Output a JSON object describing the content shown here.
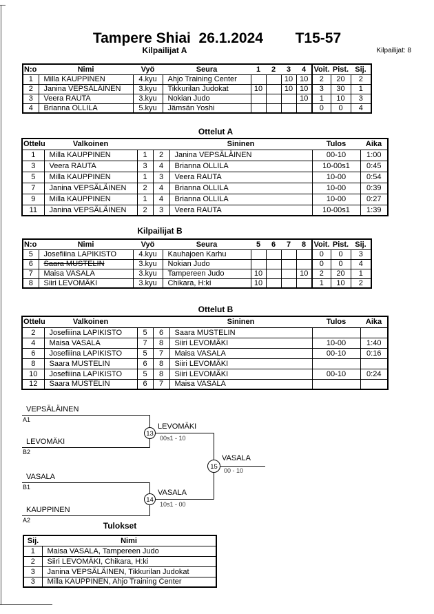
{
  "page": {
    "title": "Tampere Shiai  26.1.2024        T15-57",
    "competitors_count": "Kilpailijat: 8"
  },
  "kilpailijat_a": {
    "title": "Kilpailijat A",
    "table": {
      "headers": [
        "N:o",
        "Nimi",
        "Vyö",
        "Seura",
        "1",
        "2",
        "3",
        "4",
        "Voit.",
        "Pist.",
        "Sij."
      ],
      "rows": [
        [
          "1",
          "Milla KAUPPINEN",
          "4.kyu",
          "Ahjo Training Center",
          "",
          "",
          "10",
          "10",
          "2",
          "20",
          "2"
        ],
        [
          "2",
          "Janina VEPSÄLÄINEN",
          "3.kyu",
          "Tikkurilan Judokat",
          "10",
          "",
          "10",
          "10",
          "3",
          "30",
          "1"
        ],
        [
          "3",
          "Veera RAUTA",
          "3.kyu",
          "Nokian Judo",
          "",
          "",
          "",
          "10",
          "1",
          "10",
          "3"
        ],
        [
          "4",
          "Brianna OLLILA",
          "5.kyu",
          "Jämsän Yoshi",
          "",
          "",
          "",
          "",
          "0",
          "0",
          "4"
        ]
      ]
    }
  },
  "ottelut_a": {
    "title": "Ottelut A",
    "table": {
      "headers": [
        "Ottelu",
        "Valkoinen",
        "",
        "",
        "Sininen",
        "Tulos",
        "Aika"
      ],
      "rows": [
        [
          "1",
          "Milla KAUPPINEN",
          "1",
          "2",
          "Janina VEPSÄLÄINEN",
          "00-10",
          "1:00"
        ],
        [
          "3",
          "Veera RAUTA",
          "3",
          "4",
          "Brianna OLLILA",
          "10-00s1",
          "0:45"
        ],
        [
          "5",
          "Milla KAUPPINEN",
          "1",
          "3",
          "Veera RAUTA",
          "10-00",
          "0:54"
        ],
        [
          "7",
          "Janina VEPSÄLÄINEN",
          "2",
          "4",
          "Brianna OLLILA",
          "10-00",
          "0:39"
        ],
        [
          "9",
          "Milla KAUPPINEN",
          "1",
          "4",
          "Brianna OLLILA",
          "10-00",
          "0:27"
        ],
        [
          "11",
          "Janina VEPSÄLÄINEN",
          "2",
          "3",
          "Veera RAUTA",
          "10-00s1",
          "1:39"
        ]
      ]
    }
  },
  "kilpailijat_b": {
    "title": "Kilpailijat B",
    "table": {
      "headers": [
        "N:o",
        "Nimi",
        "Vyö",
        "Seura",
        "5",
        "6",
        "7",
        "8",
        "Voit.",
        "Pist.",
        "Sij."
      ],
      "rows": [
        [
          "5",
          "Josefiiina LAPIKISTO",
          "4.kyu",
          "Kauhajoen Karhu",
          "",
          "",
          "",
          "",
          "0",
          "0",
          "3"
        ],
        [
          "6",
          {
            "text": "Saara MUSTELIN",
            "class": "strike"
          },
          "3.kyu",
          "Nokian Judo",
          "",
          "",
          "",
          "",
          "0",
          "0",
          "4"
        ],
        [
          "7",
          "Maisa VASALA",
          "3.kyu",
          "Tampereen Judo",
          "10",
          "",
          "",
          "10",
          "2",
          "20",
          "1"
        ],
        [
          "8",
          "Siiri LEVOMÄKI",
          "3.kyu",
          "Chikara, H:ki",
          "10",
          "",
          "",
          "",
          "1",
          "10",
          "2"
        ]
      ]
    }
  },
  "ottelut_b": {
    "title": "Ottelut B",
    "table": {
      "headers": [
        "Ottelu",
        "Valkoinen",
        "",
        "",
        "Sininen",
        "Tulos",
        "Aika"
      ],
      "rows": [
        [
          "2",
          "Josefiiina LAPIKISTO",
          "5",
          "6",
          "Saara MUSTELIN",
          "",
          ""
        ],
        [
          "4",
          "Maisa VASALA",
          "7",
          "8",
          "Siiri LEVOMÄKI",
          "10-00",
          "1:40"
        ],
        [
          "6",
          "Josefiiina LAPIKISTO",
          "5",
          "7",
          "Maisa VASALA",
          "00-10",
          "0:16"
        ],
        [
          "8",
          "Saara MUSTELIN",
          "6",
          "8",
          "Siiri LEVOMÄKI",
          "",
          ""
        ],
        [
          "10",
          "Josefiiina LAPIKISTO",
          "5",
          "8",
          "Siiri LEVOMÄKI",
          "00-10",
          "0:24"
        ],
        [
          "12",
          "Saara MUSTELIN",
          "6",
          "7",
          "Maisa VASALA",
          "",
          ""
        ]
      ]
    }
  },
  "bracket": {
    "semifinal_1": {
      "match_no": "13",
      "top_name": "VEPSÄLÄINEN",
      "top_seed": "A1",
      "bottom_name": "LEVOMÄKI",
      "bottom_seed": "B2",
      "winner": "LEVOMÄKI",
      "score": "00s1 - 10"
    },
    "semifinal_2": {
      "match_no": "14",
      "top_name": "VASALA",
      "top_seed": "B1",
      "bottom_name": "KAUPPINEN",
      "bottom_seed": "A2",
      "winner": "VASALA",
      "score": "10s1 - 00"
    },
    "final": {
      "match_no": "15",
      "winner": "VASALA",
      "score": "00 - 10"
    }
  },
  "tulokset": {
    "title": "Tulokset",
    "table": {
      "headers": [
        "Sij.",
        "Nimi"
      ],
      "rows": [
        [
          "1",
          "Maisa VASALA, Tampereen Judo"
        ],
        [
          "2",
          "Siiri LEVOMÄKI, Chikara, H:ki"
        ],
        [
          "3",
          "Janina VEPSÄLÄINEN, Tikkurilan Judokat"
        ],
        [
          "3",
          "Milla KAUPPINEN, Ahjo Training Center"
        ]
      ]
    }
  }
}
